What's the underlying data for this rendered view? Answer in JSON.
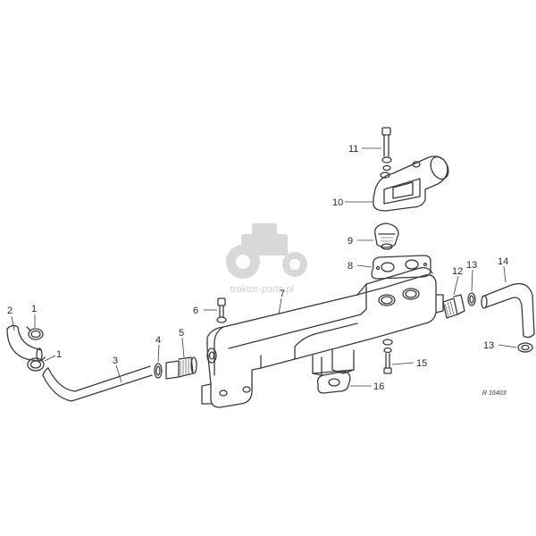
{
  "callouts": {
    "c1a": "1",
    "c1b": "1",
    "c2": "2",
    "c3": "3",
    "c4": "4",
    "c5": "5",
    "c6": "6",
    "c7": "7",
    "c8": "8",
    "c9": "9",
    "c10": "10",
    "c11": "11",
    "c12": "12",
    "c13a": "13",
    "c13b": "13",
    "c14": "14",
    "c15": "15",
    "c16": "16"
  },
  "reference_code": "R 16403",
  "watermark": {
    "text": "traktor-parts.pl",
    "icon": "tractor-icon",
    "color": "#d4d4d4"
  },
  "colors": {
    "line": "#3a3a3a",
    "background": "#ffffff"
  }
}
